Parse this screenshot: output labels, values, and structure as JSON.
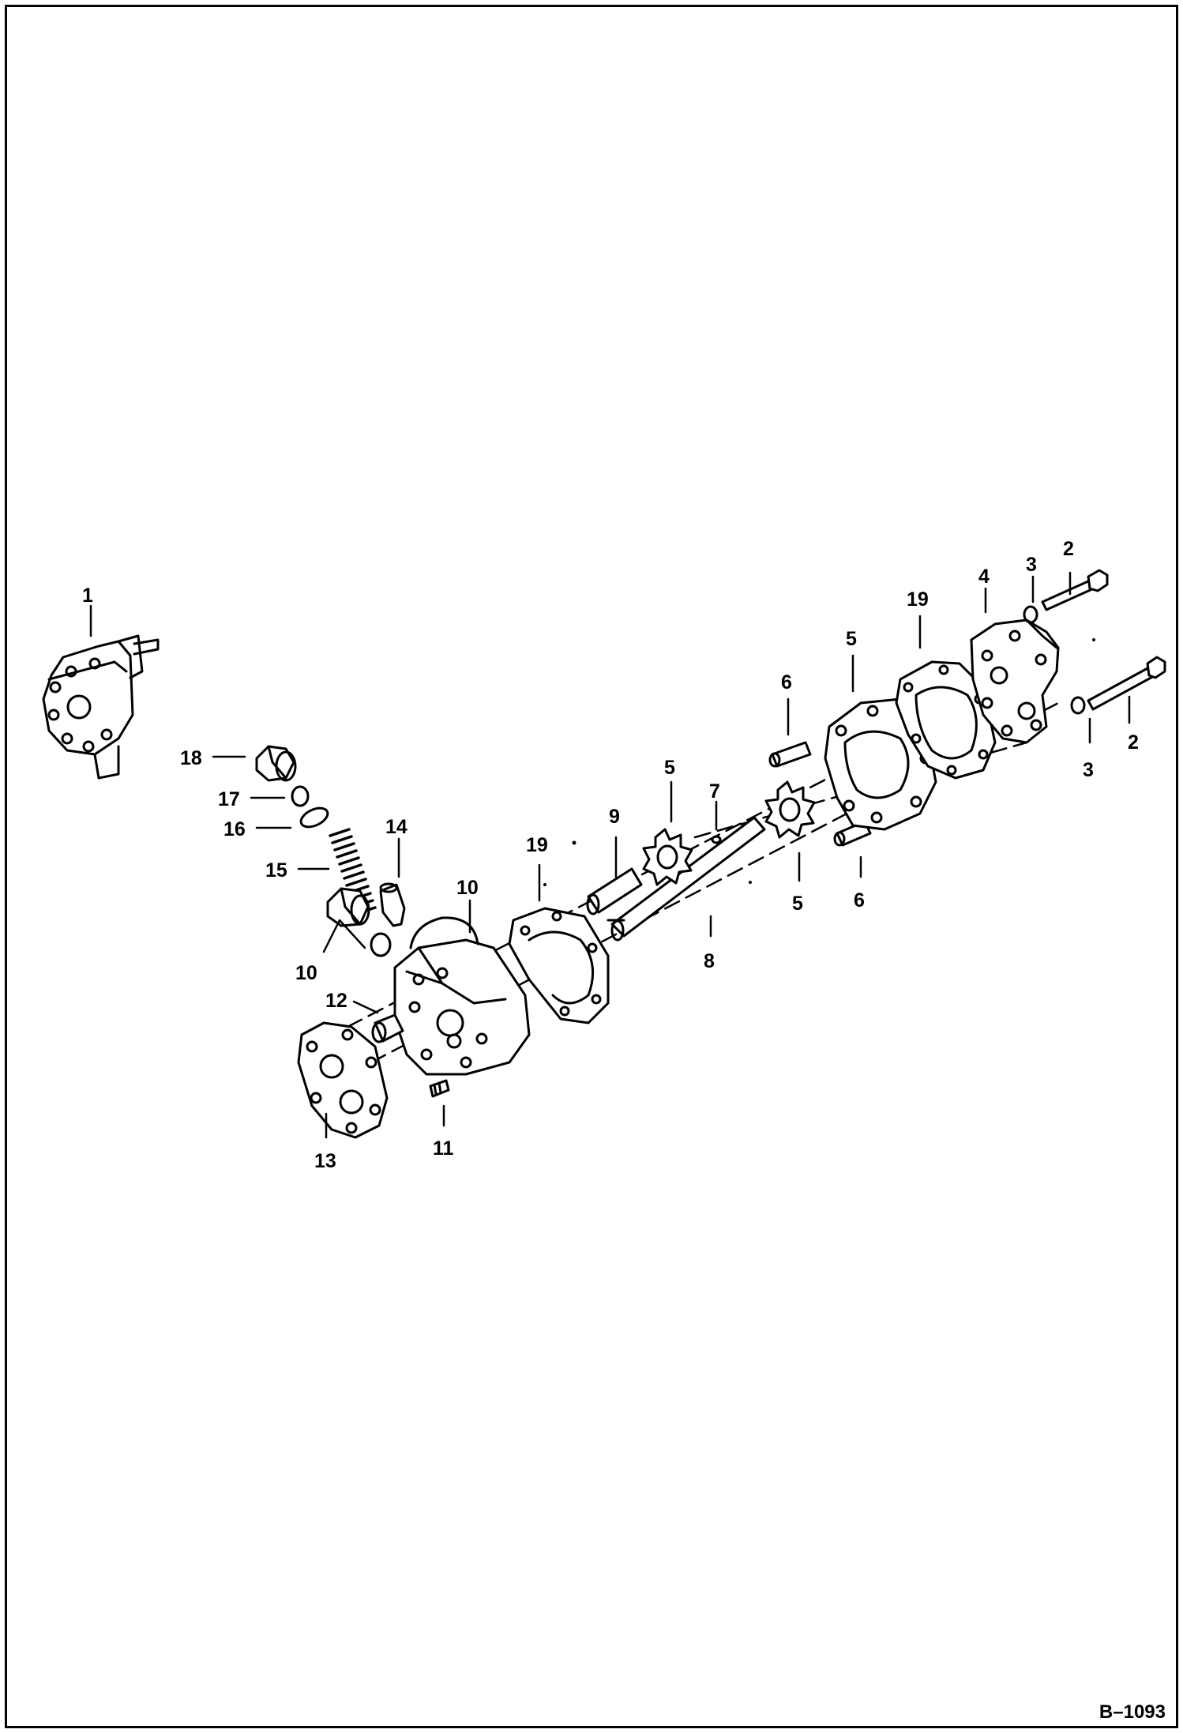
{
  "figure_id": "B–1093",
  "callouts": {
    "c1": "1",
    "c2a": "2",
    "c2b": "2",
    "c3a": "3",
    "c3b": "3",
    "c4": "4",
    "c5a": "5",
    "c5b": "5",
    "c5c": "5",
    "c6a": "6",
    "c6b": "6",
    "c7": "7",
    "c8": "8",
    "c9": "9",
    "c10a": "10",
    "c10b": "10",
    "c11": "11",
    "c12": "12",
    "c13": "13",
    "c14": "14",
    "c15": "15",
    "c16": "16",
    "c17": "17",
    "c18": "18",
    "c19a": "19",
    "c19b": "19"
  }
}
